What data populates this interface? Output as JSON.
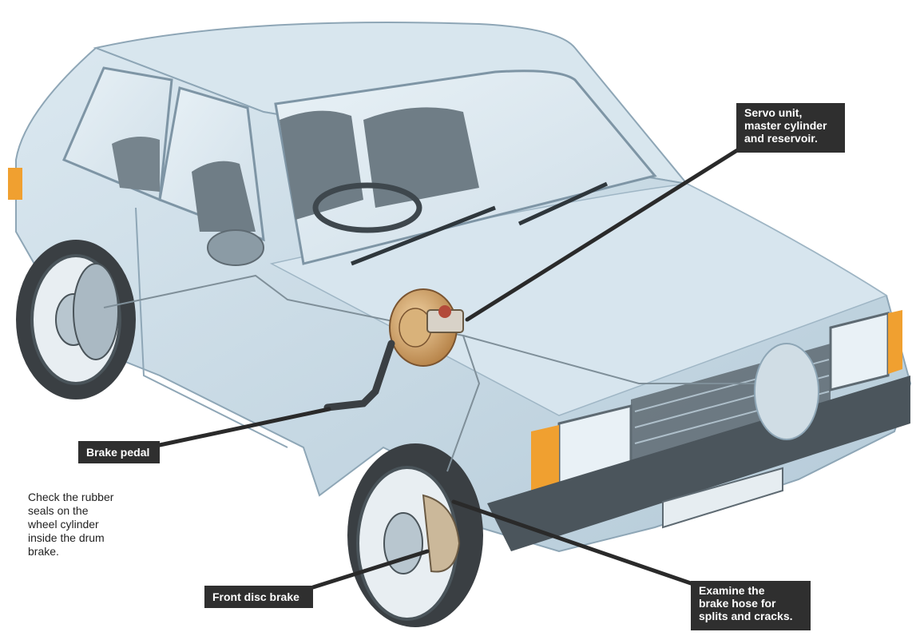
{
  "labels": {
    "servo": "Servo unit,\nmaster cylinder\nand reservoir.",
    "brake_pedal": "Brake pedal",
    "drum_note": "Check the rubber\nseals on the\nwheel cylinder\ninside the drum\nbrake.",
    "front_disc": "Front disc brake",
    "brake_hose": "Examine the\nbrake hose for\nsplits and cracks."
  },
  "colors": {
    "callout_bg": "#2f2f2f",
    "callout_text": "#ffffff",
    "leader_line": "#2a2a2a",
    "car_body": "#c9dbe6",
    "car_shadow": "#9fb6c5",
    "trim_dark": "#5e6a72",
    "seat": "#6f7d86",
    "amber": "#f0a030",
    "servo_copper": "#c99a5c"
  }
}
